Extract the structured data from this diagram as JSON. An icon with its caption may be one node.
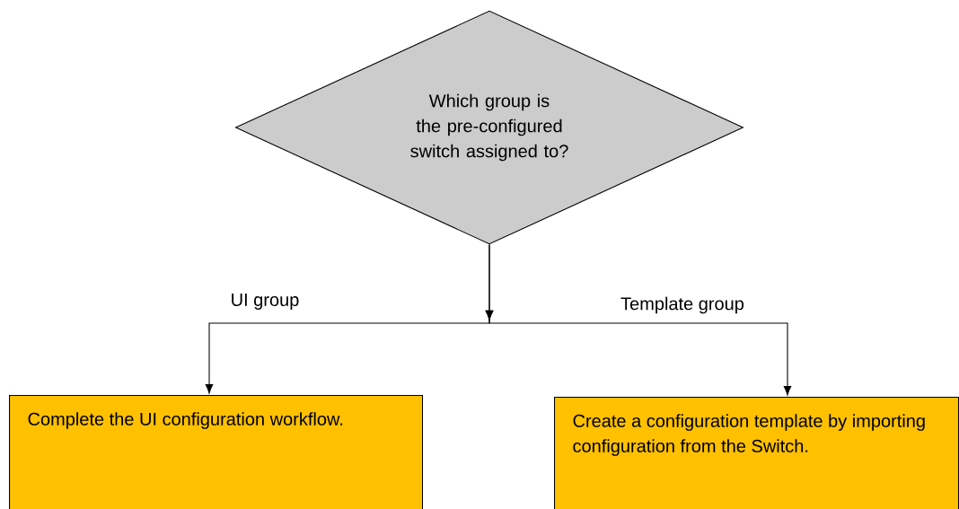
{
  "diagram": {
    "nodes": [
      {
        "text": [
          "Which group is the pre-configured switch assigned to?"
        ]
      },
      {
        "text": [
          "Complete the UI configuration workflow."
        ]
      },
      {
        "text": [
          "Create a configuration template by importing configuration from the Switch."
        ]
      }
    ],
    "edges": [
      {
        "from": 0,
        "to": 1,
        "arrow": "to",
        "label": "UI group"
      },
      {
        "from": 0,
        "to": 2,
        "arrow": "to",
        "label": "Template group"
      }
    ]
  }
}
